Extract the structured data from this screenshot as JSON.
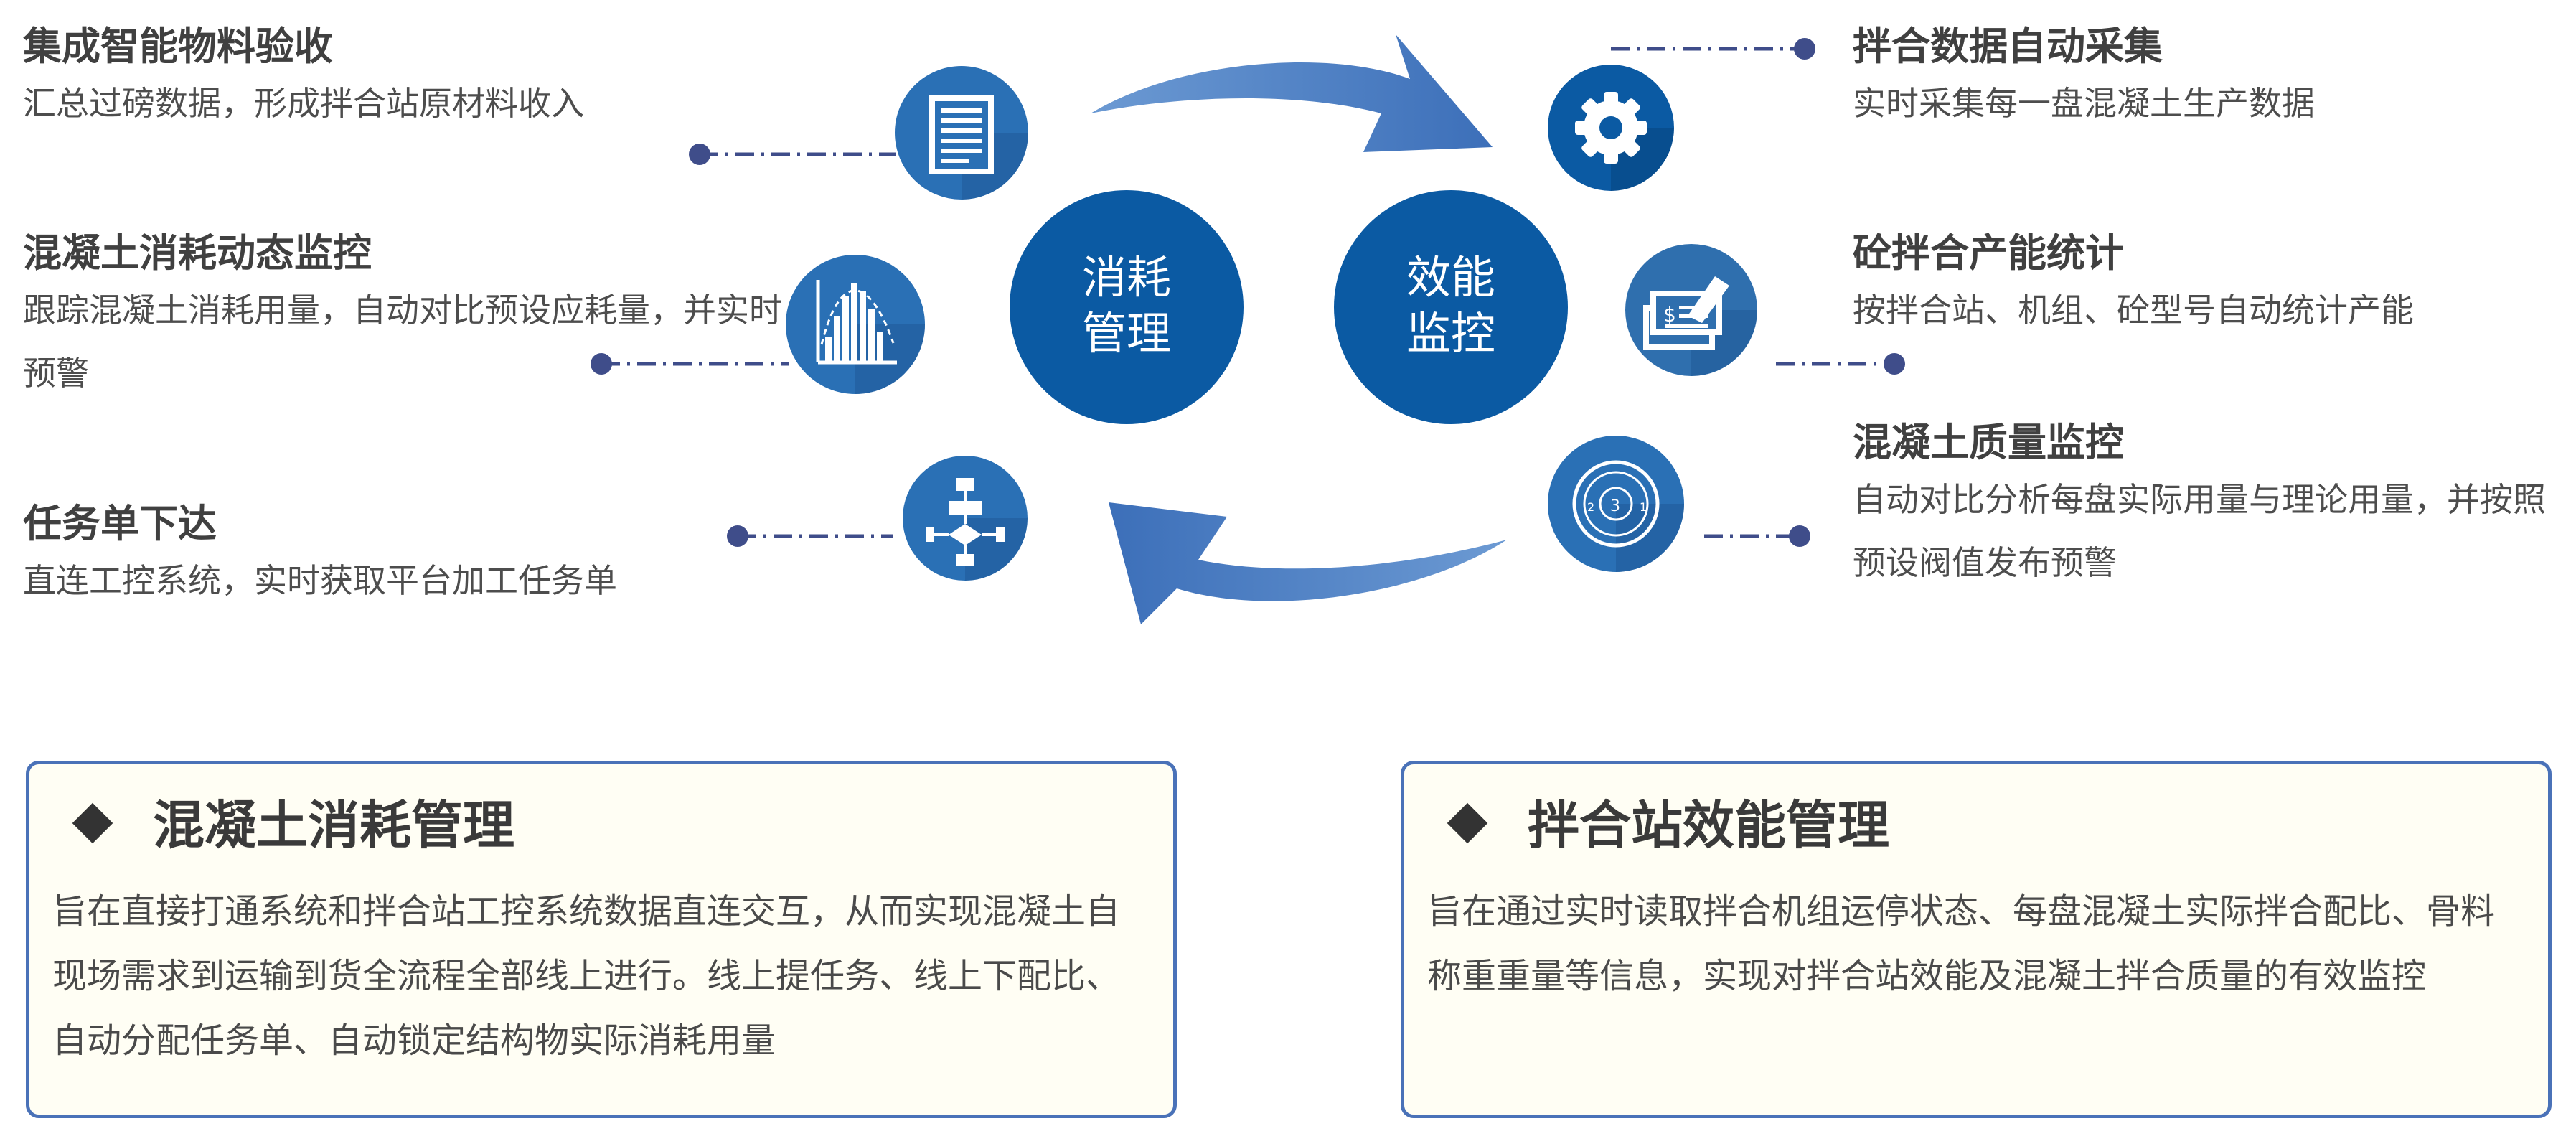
{
  "colors": {
    "dark_blue": "#0b5aa3",
    "mid_blue": "#2a70b5",
    "arrow_blue": "#4a7fc5",
    "dot_line": "#3f4d8a",
    "box_border": "#4a72b8",
    "box_fill": "#fffef4"
  },
  "hubs": {
    "consumption": {
      "line1": "消耗",
      "line2": "管理"
    },
    "efficiency": {
      "line1": "效能",
      "line2": "监控"
    }
  },
  "left_features": [
    {
      "title": "集成智能物料验收",
      "desc": "汇总过磅数据，形成拌合站原材料收入",
      "icon": "document-icon"
    },
    {
      "title": "混凝土消耗动态监控",
      "desc": "跟踪混凝土消耗用量，自动对比预设应耗量，并实时预警",
      "icon": "histogram-chart-icon"
    },
    {
      "title": "任务单下达",
      "desc": "直连工控系统，实时获取平台加工任务单",
      "icon": "flowchart-icon"
    }
  ],
  "right_features": [
    {
      "title": "拌合数据自动采集",
      "desc": "实时采集每一盘混凝土生产数据",
      "icon": "gear-icon"
    },
    {
      "title": "砼拌合产能统计",
      "desc": "按拌合站、机组、砼型号自动统计产能",
      "icon": "check-payment-icon"
    },
    {
      "title": "混凝土质量监控",
      "desc": "自动对比分析每盘实际用量与理论用量，并按照预设阀值发布预警",
      "icon": "dial-icon"
    }
  ],
  "boxes": {
    "left": {
      "title": "混凝土消耗管理",
      "body": "旨在直接打通系统和拌合站工控系统数据直连交互，从而实现混凝土自现场需求到运输到货全流程全部线上进行。线上提任务、线上下配比、自动分配任务单、自动锁定结构物实际消耗用量"
    },
    "right": {
      "title": "拌合站效能管理",
      "body": "旨在通过实时读取拌合机组运停状态、每盘混凝土实际拌合配比、骨料称重重量等信息，实现对拌合站效能及混凝土拌合质量的有效监控"
    }
  }
}
